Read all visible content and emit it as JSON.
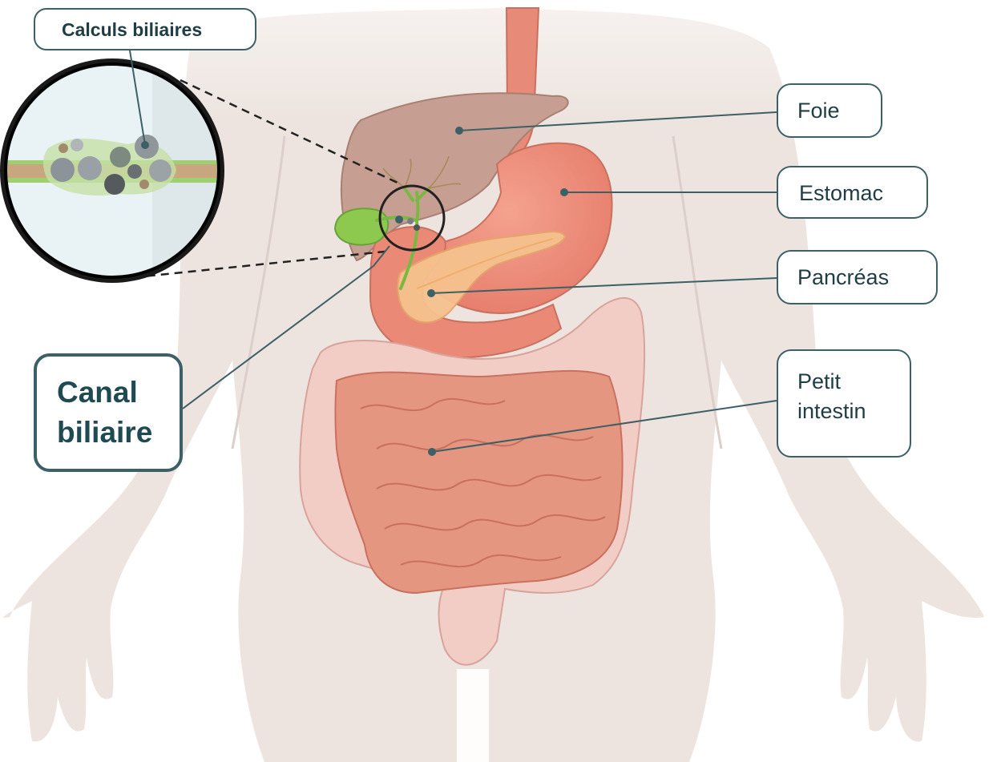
{
  "labels": {
    "calculs": "Calculs biliaires",
    "foie": "Foie",
    "estomac": "Estomac",
    "pancreas": "Pancréas",
    "petit_line1": "Petit",
    "petit_line2": "intestin",
    "canal_line1": "Canal",
    "canal_line2": "biliaire"
  },
  "colors": {
    "outline": "#3d5f66",
    "skin": "#ede4df",
    "liver": "#c79f92",
    "stomach": "#ec8c78",
    "pancreas": "#f6c28e",
    "gallbladder": "#8cc94e",
    "intestine": "#e49680",
    "colon": "#f2cdc6"
  }
}
